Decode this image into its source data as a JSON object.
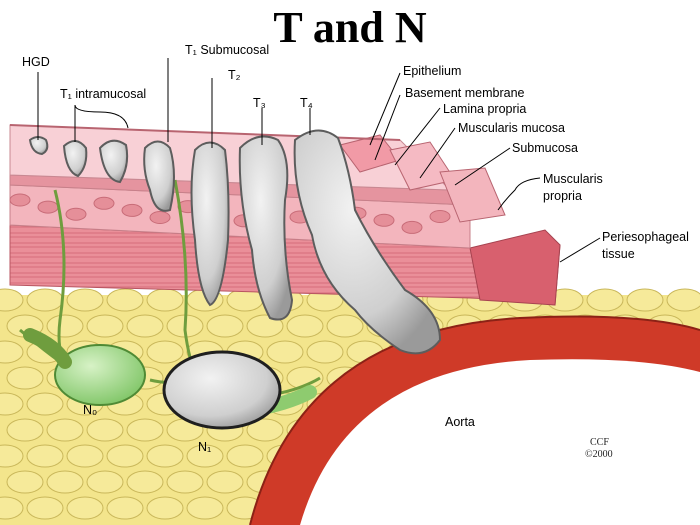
{
  "title": "T and N",
  "labels": {
    "hgd": "HGD",
    "t1_intramucosal": "T₁ intramucosal",
    "t1_submucosal": "T₁ Submucosal",
    "t2": "T₂",
    "t3": "T₃",
    "t4": "T₄",
    "epithelium": "Epithelium",
    "basement_membrane": "Basement membrane",
    "lamina_propria": "Lamina propria",
    "muscularis_mucosa": "Muscularis mucosa",
    "submucosa": "Submucosa",
    "muscularis_propria_1": "Muscularis",
    "muscularis_propria_2": "propria",
    "periesophageal_1": "Periesophageal",
    "periesophageal_2": "tissue",
    "aorta": "Aorta",
    "n0": "N₀",
    "n1": "N₁"
  },
  "credit": {
    "line1": "CCF",
    "line2": "©2000"
  },
  "colors": {
    "fat": "#f3e58c",
    "mucosa": "#f7c9cf",
    "submucosa": "#f3b5bd",
    "muscle": "#e88892",
    "aorta_outer": "#d33a28",
    "aorta_inner": "#ffffff",
    "tumor": "#d6d6d6",
    "node_normal": "#a3dc86",
    "vessel": "#7aa84a"
  },
  "icons": [
    "fat-lobule-icon",
    "tumor-icon",
    "lymph-node-icon",
    "aorta-icon"
  ]
}
